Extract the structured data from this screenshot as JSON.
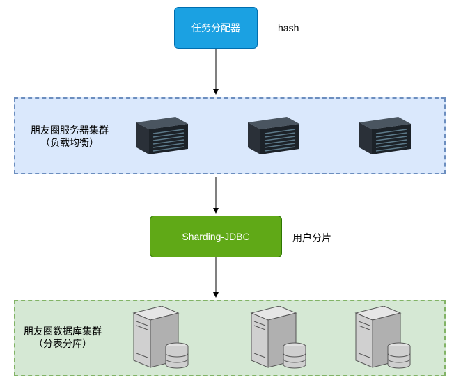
{
  "dispatcher": {
    "label": "任务分配器"
  },
  "hash_note": "hash",
  "server_cluster": {
    "title_line1": "朋友圈服务器集群",
    "title_line2": "（负载均衡）"
  },
  "sharding": {
    "label": "Sharding-JDBC",
    "note": "用户分片"
  },
  "db_cluster": {
    "title_line1": "朋友圈数据库集群",
    "title_line2": "（分表分库）"
  },
  "icons": [
    "server-rack-icon",
    "server-rack-icon",
    "server-rack-icon",
    "database-server-icon",
    "database-server-icon",
    "database-server-icon"
  ],
  "colors": {
    "dispatcher": "#1ba1e2",
    "sharding": "#60a917",
    "server_cluster_fill": "#dae8fc",
    "server_cluster_border": "#6c8ebf",
    "db_cluster_fill": "#d5e8d4",
    "db_cluster_border": "#82b366"
  }
}
